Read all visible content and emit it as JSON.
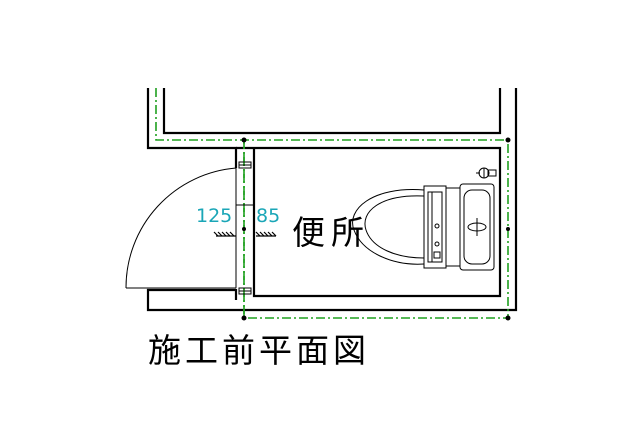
{
  "drawing": {
    "title": "施工前平面図",
    "room_label": "便所",
    "dimensions": [
      "125",
      "85"
    ]
  },
  "colors": {
    "wall": "#000000",
    "center_line": "#1fa01f",
    "dimension_text": "#1aa6b7"
  }
}
